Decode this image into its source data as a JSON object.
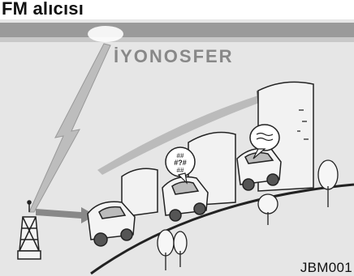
{
  "title": "FM alıcısı",
  "ionosphere_label": "İYONOSFER",
  "figure_code": "JBM001",
  "speech_bubbles": {
    "middle_car": "##\n#?#\n##",
    "top_car": "≈≈≈"
  },
  "colors": {
    "background": "#e6e6e6",
    "ionosphere": "#8c8c8c",
    "signal": "#b8b8b8",
    "outline": "#222222"
  }
}
